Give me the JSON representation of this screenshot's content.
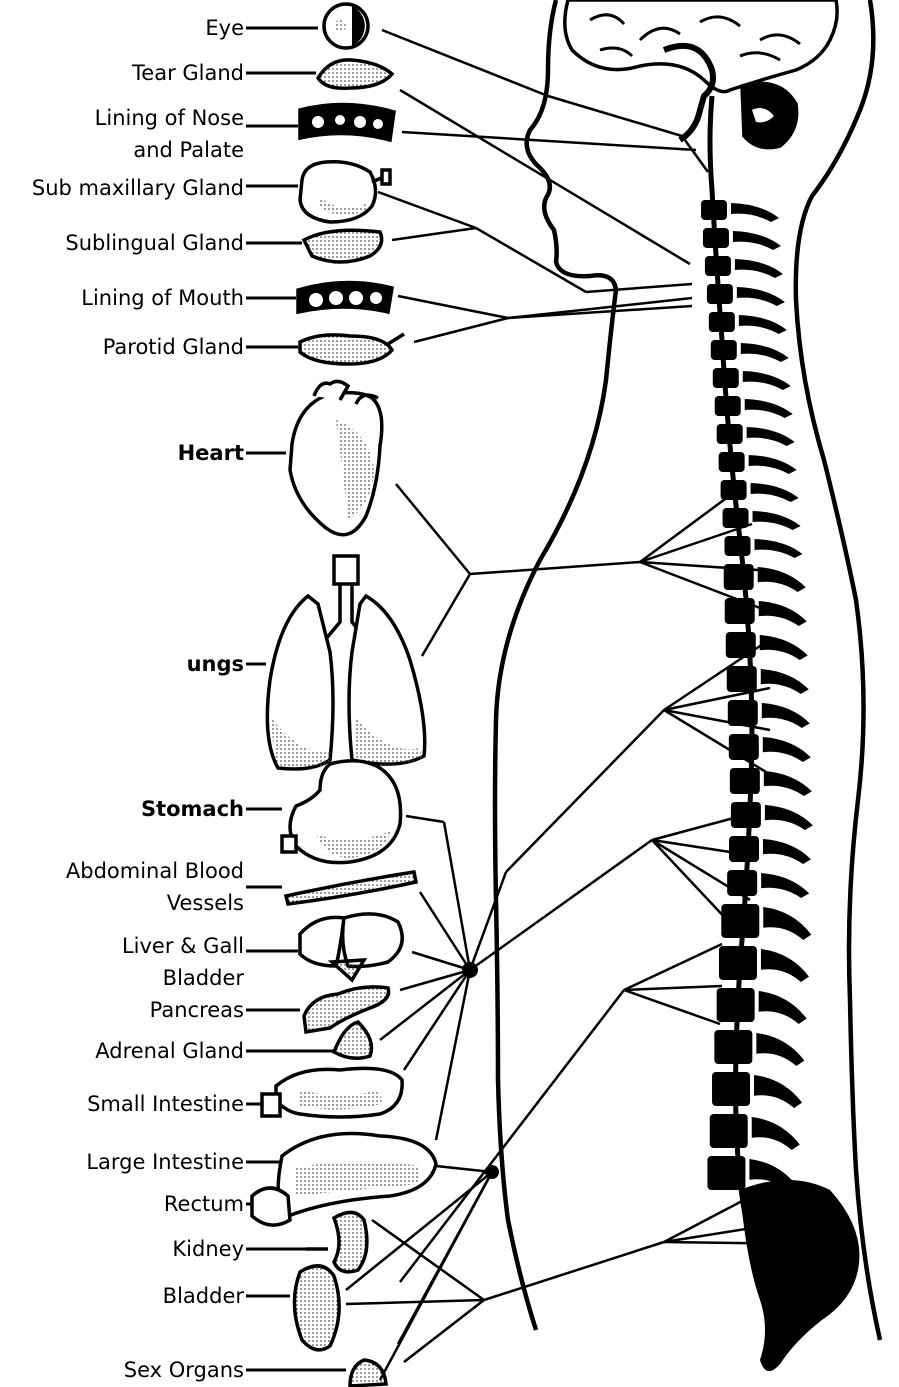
{
  "labels": {
    "eye": "Eye",
    "tear_gland": "Tear Gland",
    "lining_nose_1": "Lining of Nose",
    "lining_nose_2": "and Palate",
    "sub_maxillary": "Sub maxillary Gland",
    "sublingual": "Sublingual Gland",
    "lining_mouth": "Lining of Mouth",
    "parotid": "Parotid Gland",
    "heart": "Heart",
    "lungs": "ungs",
    "stomach": "Stomach",
    "abdominal_1": "Abdominal Blood",
    "abdominal_2": "Vessels",
    "liver_1": "Liver & Gall",
    "liver_2": "Bladder",
    "pancreas": "Pancreas",
    "adrenal": "Adrenal Gland",
    "small_intestine": "Small Intestine",
    "large_intestine": "Large Intestine",
    "rectum": "Rectum",
    "kidney": "Kidney",
    "bladder": "Bladder",
    "sex_organs": "Sex Organs"
  },
  "colors": {
    "ink": "#000000",
    "paper": "#ffffff",
    "stipple": "#9a9a9a"
  }
}
